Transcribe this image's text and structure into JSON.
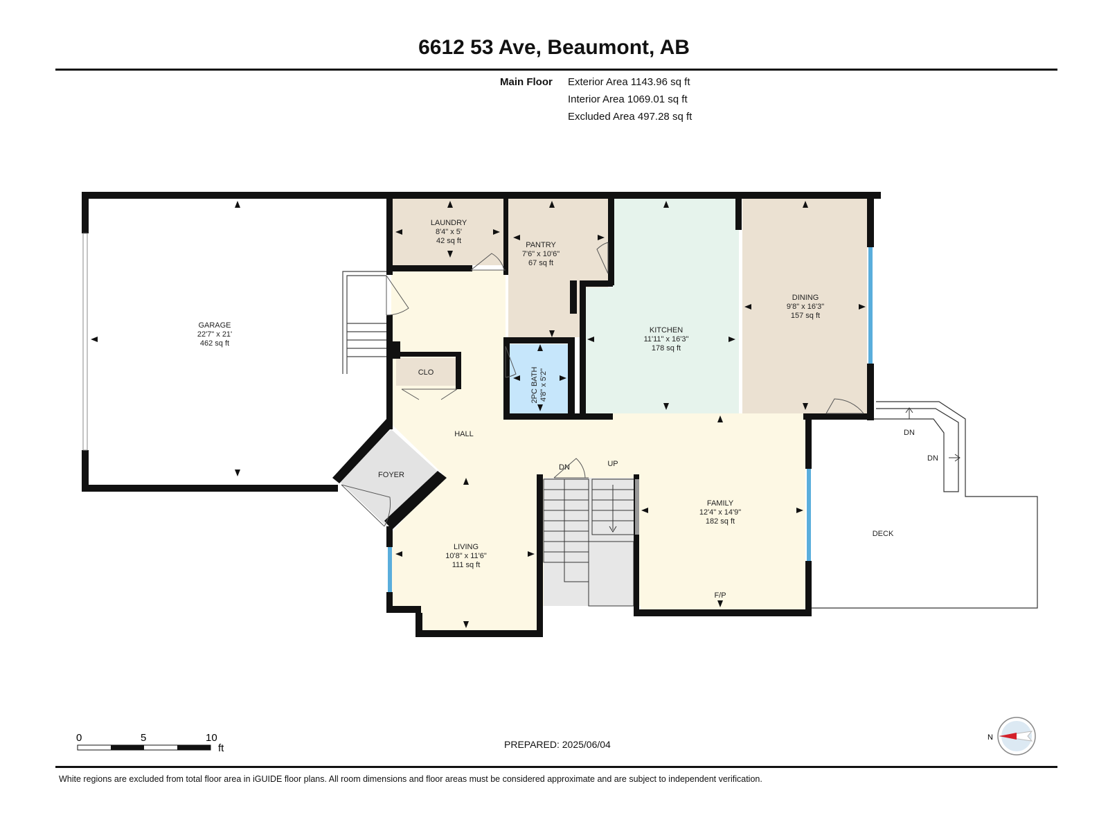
{
  "header": {
    "title": "6612 53 Ave, Beaumont, AB",
    "floor_label": "Main Floor",
    "exterior_area": "Exterior Area 1143.96 sq ft",
    "interior_area": "Interior Area 1069.01 sq ft",
    "excluded_area": "Excluded Area 497.28 sq ft"
  },
  "rooms": {
    "garage": {
      "name": "GARAGE",
      "dims": "22'7\" x 21'",
      "area": "462 sq ft"
    },
    "laundry": {
      "name": "LAUNDRY",
      "dims": "8'4\" x 5'",
      "area": "42 sq ft"
    },
    "pantry": {
      "name": "PANTRY",
      "dims": "7'6\" x 10'6\"",
      "area": "67 sq ft"
    },
    "kitchen": {
      "name": "KITCHEN",
      "dims": "11'11\" x 16'3\"",
      "area": "178 sq ft"
    },
    "dining": {
      "name": "DINING",
      "dims": "9'8\" x 16'3\"",
      "area": "157 sq ft"
    },
    "bath": {
      "name": "2PC BATH",
      "dims": "4'8\" x 5'2\""
    },
    "closet": {
      "name": "CLO"
    },
    "hall": {
      "name": "HALL"
    },
    "foyer": {
      "name": "FOYER"
    },
    "living": {
      "name": "LIVING",
      "dims": "10'8\" x 11'6\"",
      "area": "111 sq ft"
    },
    "family": {
      "name": "FAMILY",
      "dims": "12'4\" x 14'9\"",
      "area": "182 sq ft"
    },
    "deck": {
      "name": "DECK"
    }
  },
  "labels": {
    "stairs_down": "DN",
    "stairs_up": "UP",
    "fireplace": "F/P",
    "deck_down_1": "DN",
    "deck_down_2": "DN"
  },
  "scale": {
    "tick0": "0",
    "tick5": "5",
    "tick10": "10",
    "unit": "ft"
  },
  "compass": {
    "north": "N"
  },
  "prepared": "PREPARED: 2025/06/04",
  "footer": "White regions are excluded from total floor area in iGUIDE floor plans. All room dimensions and floor areas must be considered approximate and are subject to independent verification.",
  "colors": {
    "wall": "#111111",
    "hall": "#fdf8e4",
    "laundry": "#ebe1d2",
    "kitchen": "#e6f3ec",
    "bath": "#c6e6fb",
    "foyer": "#e3e3e3",
    "window": "#5aaedc",
    "compass_arrow": "#d4202a"
  }
}
